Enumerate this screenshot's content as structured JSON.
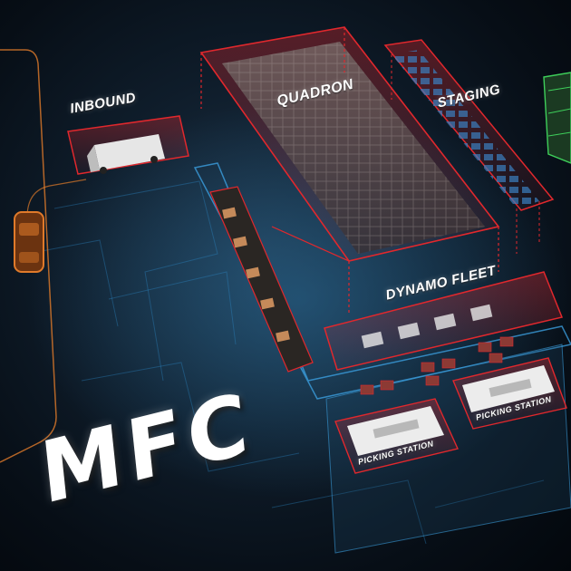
{
  "zones": {
    "inbound": "INBOUND",
    "quadron": "QUADRON",
    "staging": "STAGING",
    "dynamo_fleet": "DYNAMO FLEET",
    "picking_station_left": "PICKING STATION",
    "picking_station_right": "PICKING STATION"
  },
  "title": "MFC",
  "icons": {
    "delivery_vehicle": "car-icon",
    "inbound_van": "van-icon",
    "shelving": "shelving-icon"
  },
  "colors": {
    "zone_outline": "#e0282d",
    "floor_line": "#2f8fd0",
    "route_line": "#e07a2a",
    "staging_bins": "#3a7fc0",
    "green_rack": "#3ecf5a",
    "background": "#0b1620"
  }
}
